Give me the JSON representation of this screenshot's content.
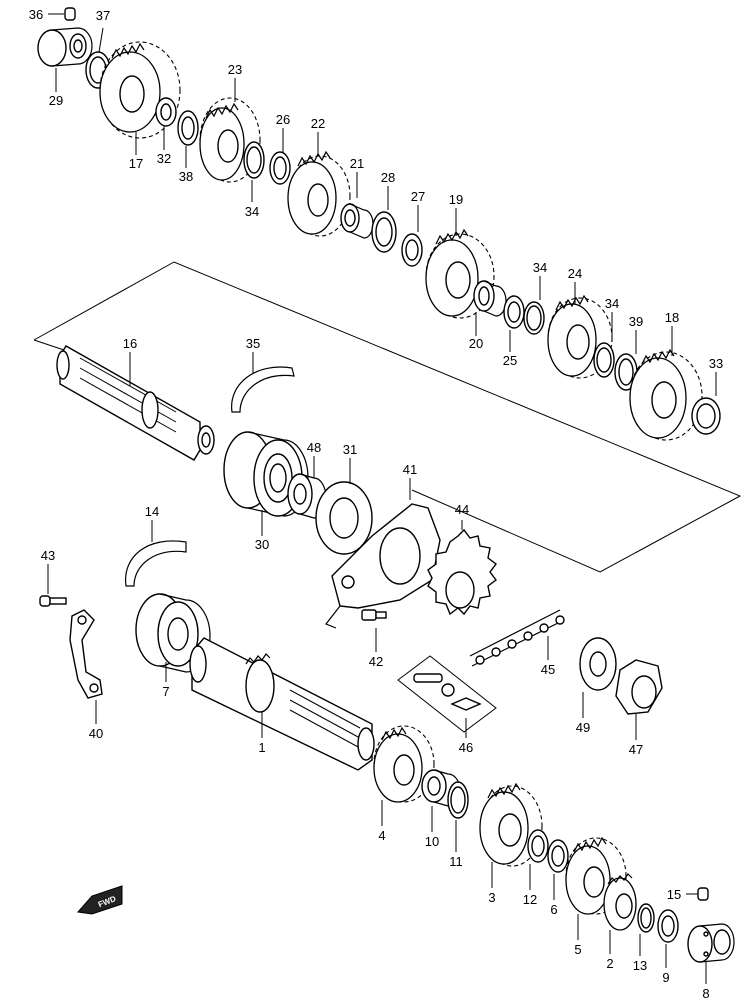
{
  "diagram": {
    "type": "exploded-parts-diagram",
    "callouts": [
      "1",
      "2",
      "3",
      "4",
      "5",
      "6",
      "7",
      "8",
      "9",
      "10",
      "11",
      "12",
      "13",
      "14",
      "15",
      "16",
      "17",
      "18",
      "19",
      "20",
      "21",
      "22",
      "23",
      "24",
      "25",
      "26",
      "27",
      "28",
      "29",
      "30",
      "31",
      "32",
      "33",
      "34",
      "35",
      "36",
      "37",
      "38",
      "39",
      "40",
      "41",
      "42",
      "43",
      "44",
      "45",
      "46",
      "47",
      "48",
      "49"
    ],
    "fwd_label": "FWD"
  }
}
